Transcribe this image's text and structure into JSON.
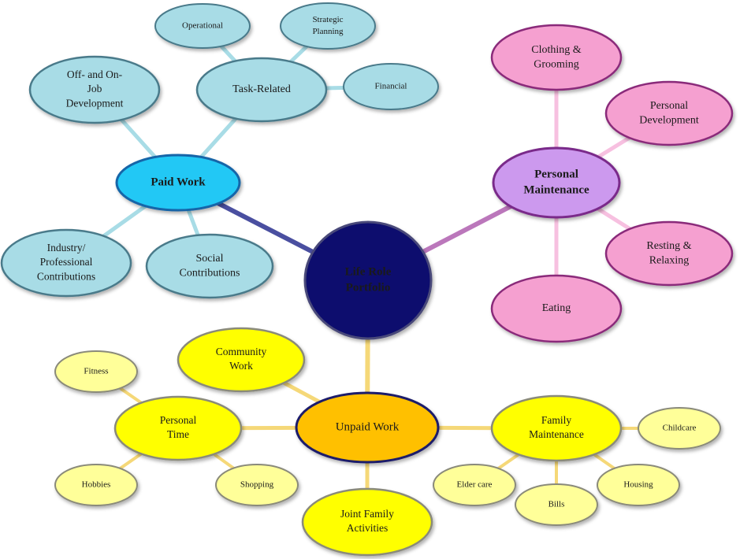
{
  "center": {
    "label": [
      "Life Role",
      "Portfolio"
    ],
    "fill": "#0a0a6e",
    "stroke": "#4a4a7a",
    "text_color": "#ffffff"
  },
  "branches": [
    {
      "id": "paid-work",
      "label": [
        "Paid Work"
      ],
      "fill": "#22c8f5",
      "stroke": "#1565a8",
      "line_color": "#4a4fa0",
      "children": [
        {
          "id": "task-related",
          "label": [
            "Task-Related"
          ],
          "children": [
            {
              "id": "operational",
              "label": [
                "Operational"
              ]
            },
            {
              "id": "strategic-planning",
              "label": [
                "Strategic",
                "Planning"
              ]
            },
            {
              "id": "financial",
              "label": [
                "Financial"
              ]
            }
          ]
        },
        {
          "id": "off-on-job-development",
          "label": [
            "Off- and On-",
            "Job",
            "Development"
          ]
        },
        {
          "id": "industry-professional-contributions",
          "label": [
            "Industry/",
            "Professional",
            "Contributions"
          ]
        },
        {
          "id": "social-contributions",
          "label": [
            "Social",
            "Contributions"
          ]
        }
      ],
      "child_fill": "#a8dce6",
      "child_stroke": "#4a7a8a",
      "child_line": "#a8dce6"
    },
    {
      "id": "personal-maintenance",
      "label": [
        "Personal",
        "Maintenance"
      ],
      "fill": "#cc99ee",
      "stroke": "#7a2a8a",
      "line_color": "#bb77bb",
      "children": [
        {
          "id": "clothing-grooming",
          "label": [
            "Clothing &",
            "Grooming"
          ]
        },
        {
          "id": "personal-development",
          "label": [
            "Personal",
            "Development"
          ]
        },
        {
          "id": "resting-relaxing",
          "label": [
            "Resting &",
            "Relaxing"
          ]
        },
        {
          "id": "eating",
          "label": [
            "Eating"
          ]
        }
      ],
      "child_fill": "#f5a0d0",
      "child_stroke": "#8a2a7a",
      "child_line": "#f7c0e0"
    },
    {
      "id": "unpaid-work",
      "label": [
        "Unpaid Work"
      ],
      "fill": "#ffc000",
      "stroke": "#1a1a6a",
      "line_color": "#f5d878",
      "children": [
        {
          "id": "community-work",
          "label": [
            "Community",
            "Work"
          ]
        },
        {
          "id": "personal-time",
          "label": [
            "Personal",
            "Time"
          ],
          "children": [
            {
              "id": "fitness",
              "label": [
                "Fitness"
              ]
            },
            {
              "id": "hobbies",
              "label": [
                "Hobbies"
              ]
            },
            {
              "id": "shopping",
              "label": [
                "Shopping"
              ]
            }
          ]
        },
        {
          "id": "joint-family-activities",
          "label": [
            "Joint Family",
            "Activities"
          ]
        },
        {
          "id": "family-maintenance",
          "label": [
            "Family",
            "Maintenance"
          ],
          "children": [
            {
              "id": "childcare",
              "label": [
                "Childcare"
              ]
            },
            {
              "id": "elder-care",
              "label": [
                "Elder care"
              ]
            },
            {
              "id": "bills",
              "label": [
                "Bills"
              ]
            },
            {
              "id": "housing",
              "label": [
                "Housing"
              ]
            }
          ]
        }
      ],
      "child_fill": "#ffff00",
      "child_stroke": "#8a8a7a",
      "leaf_fill": "#ffff99",
      "child_line": "#f5d878"
    }
  ]
}
